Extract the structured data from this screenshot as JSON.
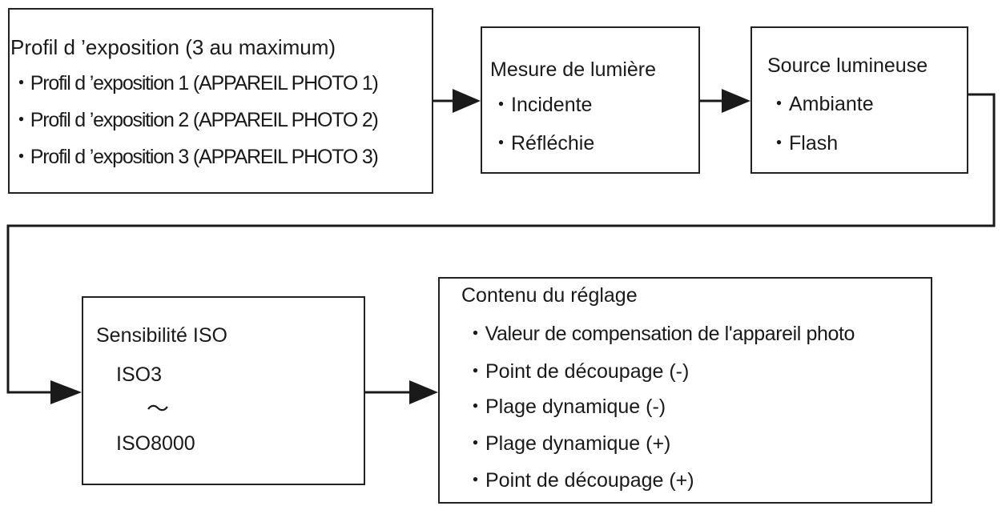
{
  "profile_box": {
    "title": "Profil d ’exposition (3 au maximum)",
    "items": [
      "・Profil d ’exposition 1 (APPAREIL PHOTO 1)",
      "・Profil d ’exposition 2 (APPAREIL PHOTO 2)",
      "・Profil d ’exposition 3 (APPAREIL PHOTO 3)"
    ]
  },
  "metering_box": {
    "title": "Mesure de lumière",
    "items": [
      "・Incidente",
      "・Réfléchie"
    ]
  },
  "light_source_box": {
    "title": "Source lumineuse",
    "items": [
      "・Ambiante",
      "・Flash"
    ]
  },
  "iso_box": {
    "title": "Sensibilité ISO",
    "min": "ISO3",
    "range_symbol": "～",
    "max": "ISO8000"
  },
  "settings_box": {
    "title": "Contenu du réglage",
    "items": [
      "・Valeur de compensation de l'appareil photo",
      "・Point de découpage (-)",
      "・Plage dynamique (-)",
      "・Plage dynamique (+)",
      "・Point de découpage (+)"
    ]
  }
}
